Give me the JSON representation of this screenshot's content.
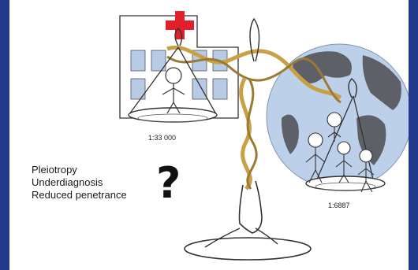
{
  "left_pan_ratio": "1:33 000",
  "right_pan_ratio": "1:6887",
  "terms": [
    "Pleiotropy",
    "Underdiagnosis",
    "Reduced penetrance"
  ],
  "question_mark": "?",
  "colors": {
    "border": "#223a8c",
    "slide": "#ffffff",
    "cross": "#e0202a",
    "window": "#b7cbe6",
    "ocean": "#bcd0ea",
    "land": "#5d6066",
    "dna": "#c9a046"
  },
  "icons": [
    "hospital-icon",
    "red-cross-icon",
    "globe-icon",
    "dna-helix-icon",
    "balance-scale-icon",
    "stick-figure-icon"
  ]
}
